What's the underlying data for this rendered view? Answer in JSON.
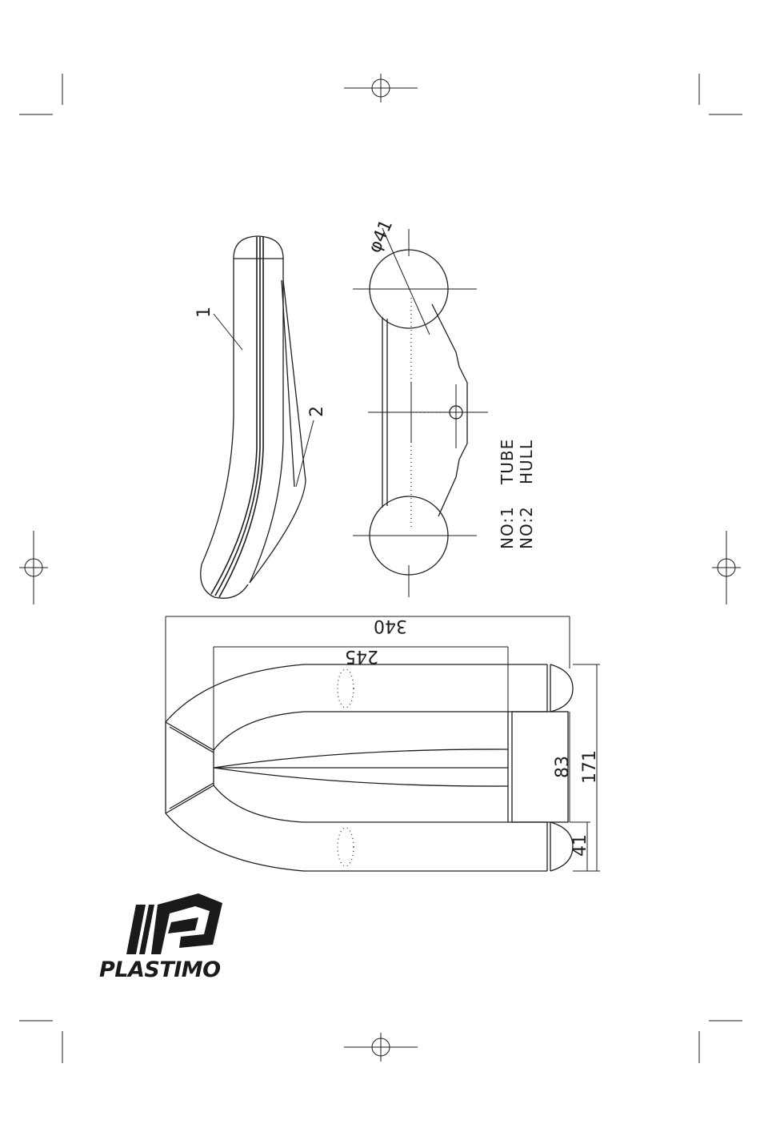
{
  "drawing": {
    "dimensions": {
      "overall_length": "340",
      "tube_length": "245",
      "inner_width": "83",
      "overall_width": "171",
      "tube_diameter": "41",
      "section_diameter": "φ41"
    },
    "callouts": {
      "tube_callout": "1",
      "hull_callout": "2"
    },
    "legend": [
      {
        "code": "NO:1",
        "name": "TUBE"
      },
      {
        "code": "NO:2",
        "name": "HULL"
      }
    ]
  },
  "brand": {
    "name": "PLASTIMO",
    "logo": "plastimo-logo-icon"
  },
  "colors": {
    "ink": "#1e1e1e",
    "background": "#ffffff"
  }
}
